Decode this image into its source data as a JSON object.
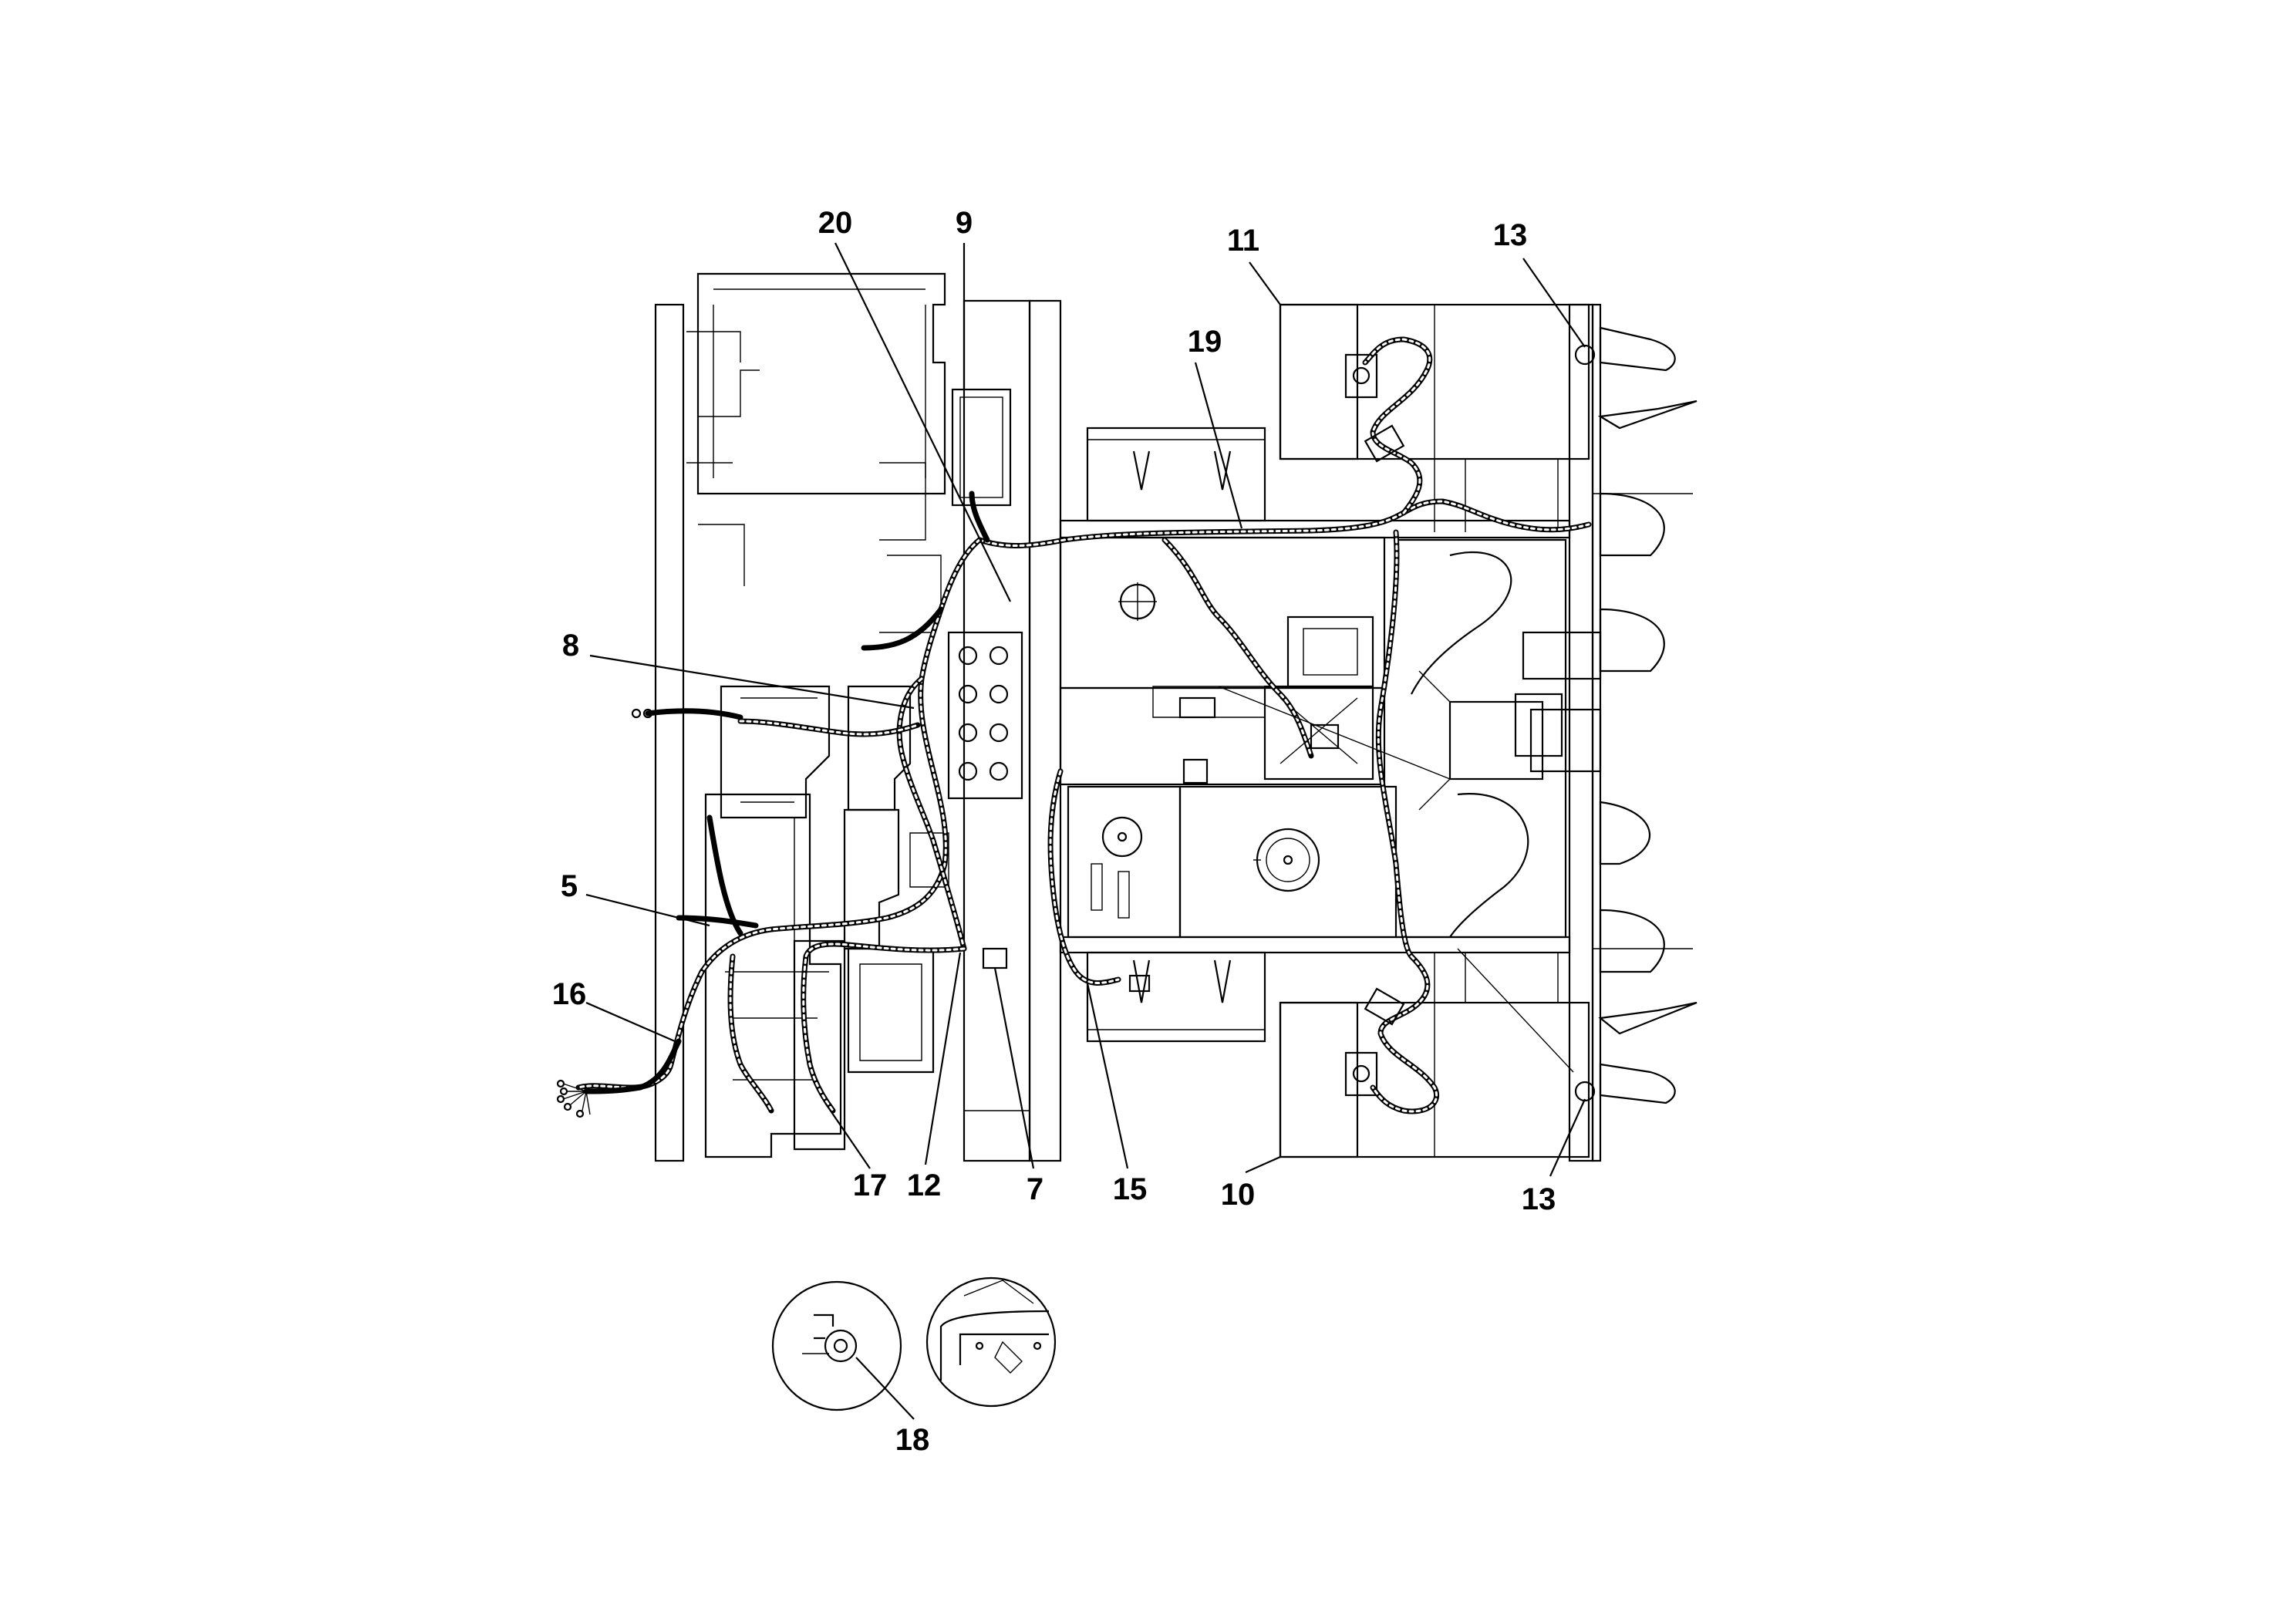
{
  "callouts": {
    "c20": "20",
    "c9": "9",
    "c11": "11",
    "c13_top": "13",
    "c19": "19",
    "c8": "8",
    "c5": "5",
    "c16": "16",
    "c17": "17",
    "c12": "12",
    "c7": "7",
    "c15": "15",
    "c10": "10",
    "c13_bottom": "13",
    "c18": "18"
  }
}
